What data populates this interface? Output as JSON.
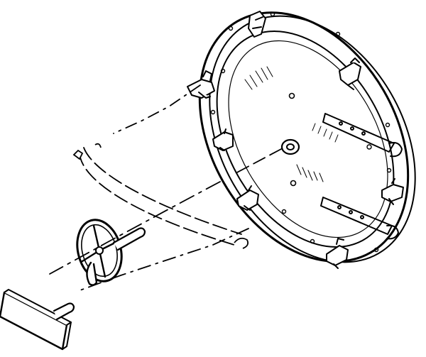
{
  "diagram": {
    "style": "black-and-white exploded line drawing",
    "ink_color": "#000000",
    "background_color": "#ffffff",
    "components": [
      {
        "id": "hatch-cover",
        "icon": "round-hatch-door-icon"
      },
      {
        "id": "hatch-rim",
        "icon": "flanged-ring-icon"
      },
      {
        "id": "dogging-clamps",
        "icon": "clamp-icon",
        "count": 6
      },
      {
        "id": "locking-bars",
        "icon": "crossbar-icon",
        "count": 2
      },
      {
        "id": "hub",
        "icon": "center-hub-icon"
      },
      {
        "id": "handwheel",
        "icon": "handwheel-icon"
      },
      {
        "id": "spindle",
        "icon": "shaft-icon"
      },
      {
        "id": "mounting-plate",
        "icon": "rectangular-plate-icon"
      },
      {
        "id": "linkage-path",
        "icon": "dashed-linkage-icon"
      }
    ]
  }
}
